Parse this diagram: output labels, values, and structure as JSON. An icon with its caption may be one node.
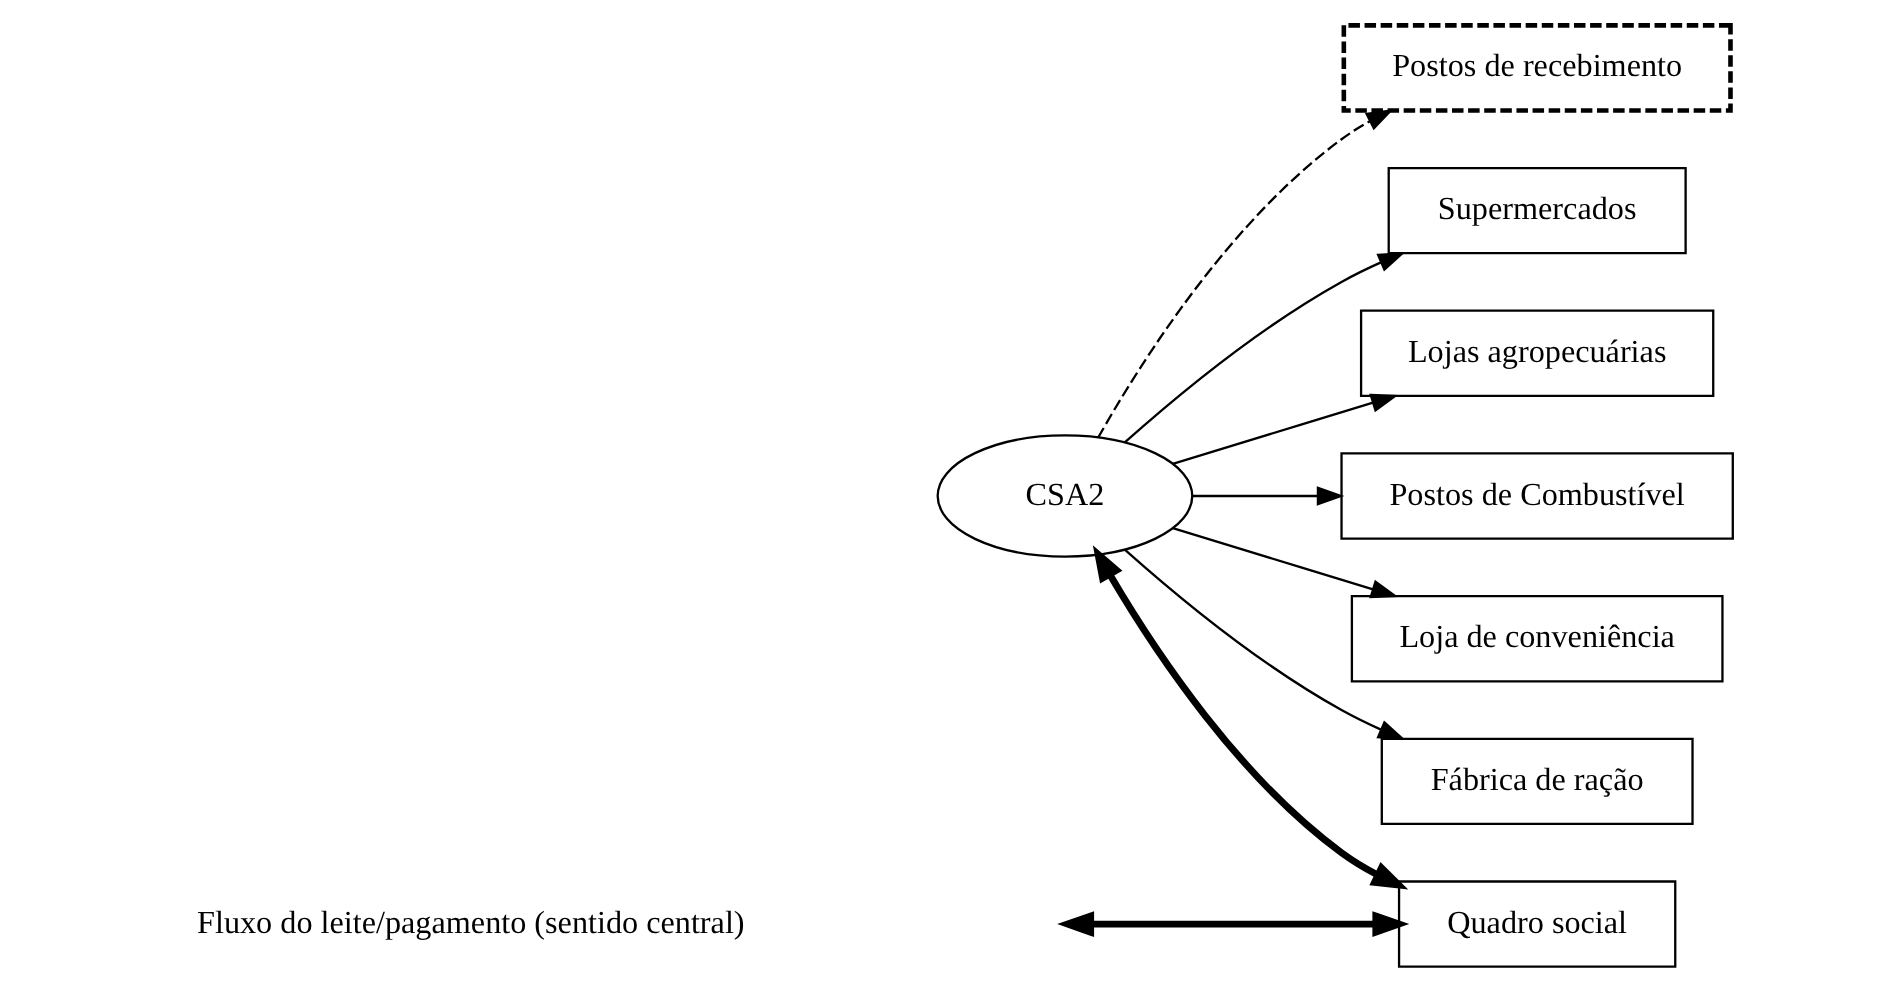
{
  "diagram": {
    "nodes": [
      {
        "text": [
          "Postos de recebimento"
        ]
      },
      {
        "text": [
          "CSA2"
        ]
      },
      {
        "text": [
          "Supermercados"
        ]
      },
      {
        "text": [
          "Lojas agropecuárias"
        ]
      },
      {
        "text": [
          "Postos de Combustível"
        ]
      },
      {
        "text": [
          "Loja de conveniência"
        ]
      },
      {
        "text": [
          "Quadro social"
        ]
      },
      {
        "text": [
          "Fábrica de ração"
        ]
      }
    ],
    "edges": [
      {
        "from": 1,
        "to": 0,
        "arrow": "to",
        "style": "dashed"
      },
      {
        "from": 1,
        "to": 2,
        "arrow": "to"
      },
      {
        "from": 1,
        "to": 3,
        "arrow": "to"
      },
      {
        "from": 1,
        "to": 4,
        "arrow": "to"
      },
      {
        "from": 1,
        "to": 5,
        "arrow": "to"
      },
      {
        "from": 1,
        "to": 7,
        "arrow": "to"
      },
      {
        "from": 1,
        "to": 6,
        "arrow": "both",
        "style": "thick"
      },
      {
        "from": null,
        "to": 6,
        "arrow": "both",
        "style": "thick"
      }
    ],
    "labels": [
      "Fluxo do leite/pagamento (sentido central)"
    ]
  }
}
